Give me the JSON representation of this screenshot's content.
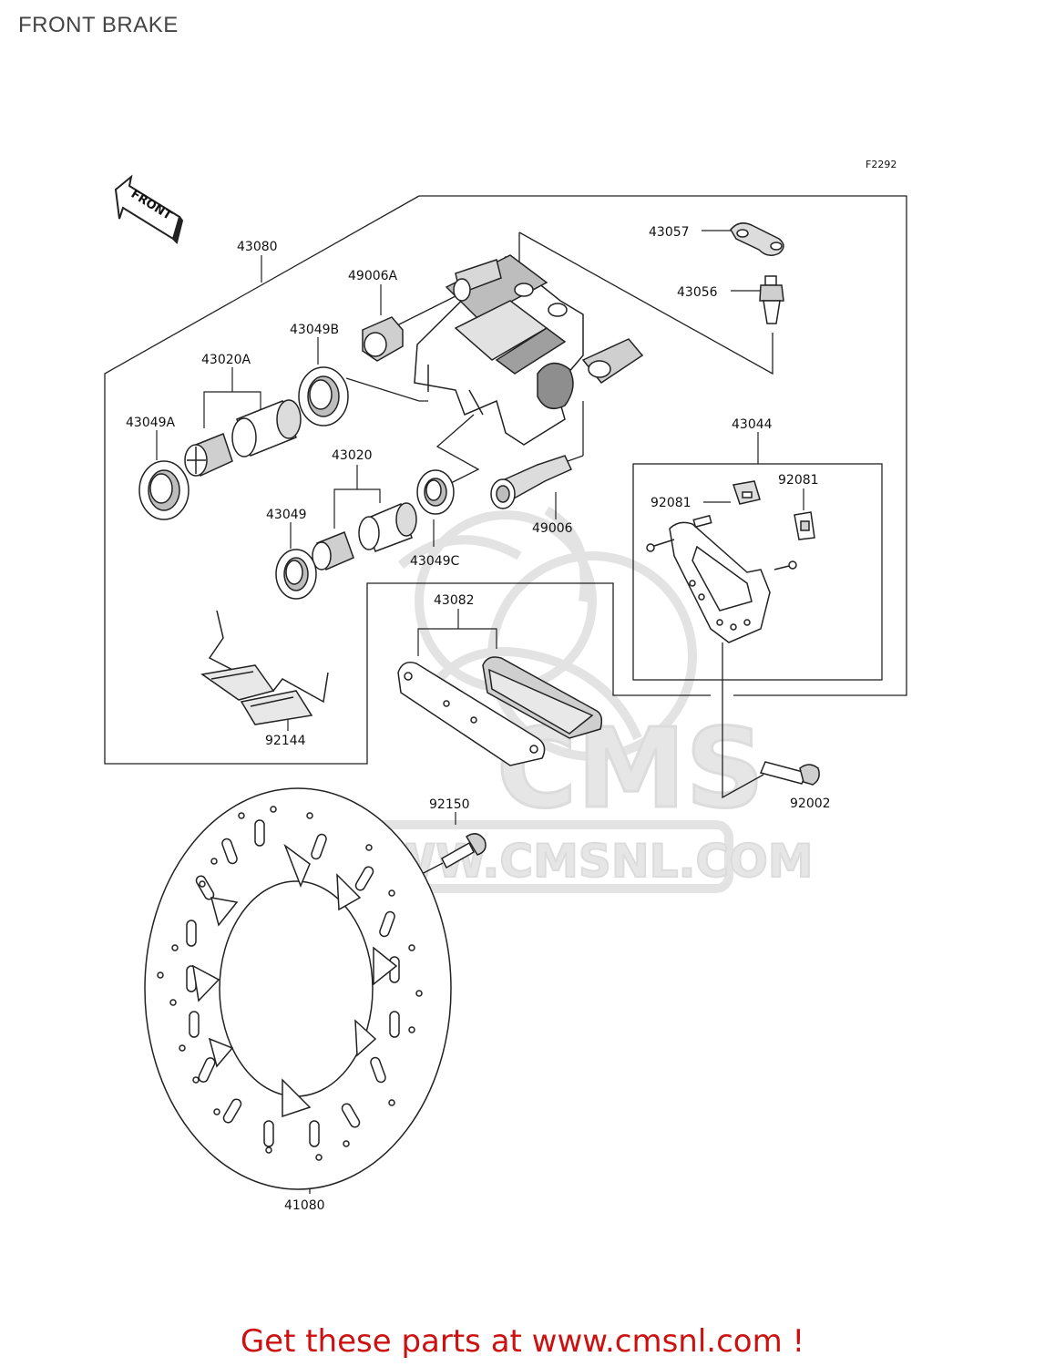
{
  "page": {
    "title": "FRONT BRAKE",
    "footer_link": "Get these parts at www.cmsnl.com !"
  },
  "diagram": {
    "code": "F2292",
    "front_arrow_label": "FRONT",
    "watermark": {
      "logo_text": "CMS",
      "url_text": "WWW.CMSNL.COM"
    },
    "part_labels": {
      "p43080": "43080",
      "p49006A": "49006A",
      "p43049B": "43049B",
      "p43020A": "43020A",
      "p43049A": "43049A",
      "p43020": "43020",
      "p43049": "43049",
      "p43049C": "43049C",
      "p49006": "49006",
      "p43057": "43057",
      "p43056": "43056",
      "p43044": "43044",
      "p92081_left": "92081",
      "p92081_right": "92081",
      "p43082": "43082",
      "p92144": "92144",
      "p92150": "92150",
      "p92002": "92002",
      "p41080": "41080"
    }
  },
  "colors": {
    "line": "#222222",
    "watermark": "#e6e6e6",
    "footer": "#cc1111",
    "title": "#444444"
  }
}
